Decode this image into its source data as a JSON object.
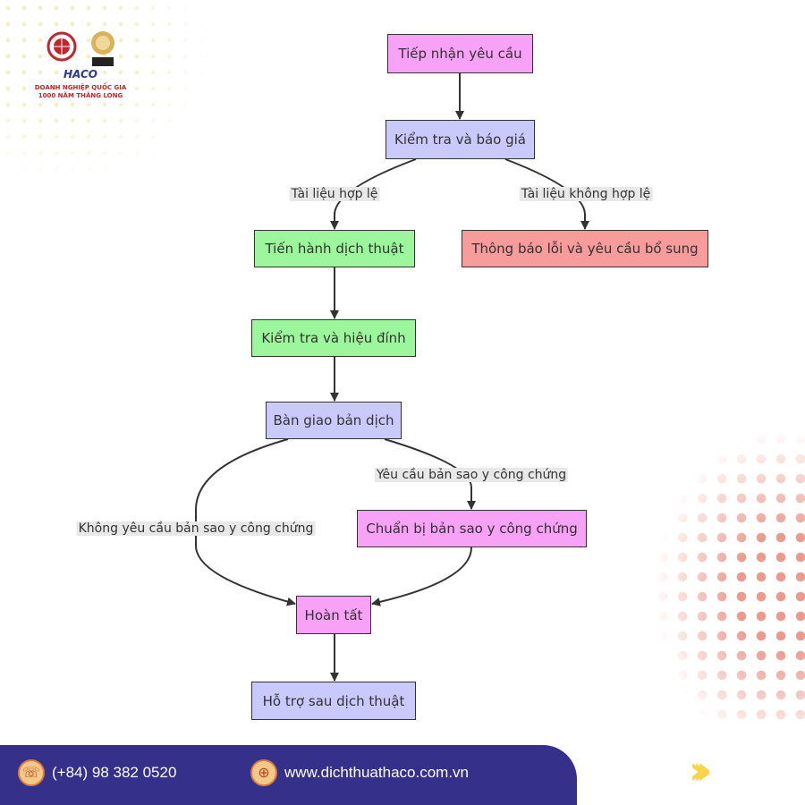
{
  "logo": {
    "brand": "HACO",
    "tagline_1": "DOANH NGHIỆP QUỐC GIA",
    "tagline_2": "1000 NĂM THĂNG LONG"
  },
  "nodes": {
    "receive": "Tiếp nhận yêu cầu",
    "check_quote": "Kiểm tra và báo giá",
    "translate": "Tiến hành dịch thuật",
    "error_notice": "Thông báo lỗi và yêu cầu bổ sung",
    "review": "Kiểm tra và hiệu đính",
    "deliver": "Bàn giao bản dịch",
    "prepare_copy": "Chuẩn bị bản sao y công chứng",
    "complete": "Hoàn tất",
    "support": "Hỗ trợ sau dịch thuật"
  },
  "edge_labels": {
    "valid": "Tài liệu hợp lệ",
    "invalid": "Tài liệu không hợp lệ",
    "copy_required": "Yêu cầu bản sao y công chứng",
    "no_copy": "Không yêu cầu bản sao y công chứng"
  },
  "footer": {
    "phone": "(+84) 98 382 0520",
    "website": "www.dichthuathaco.com.vn",
    "phone_icon": "phone-icon",
    "web_icon": "globe-icon"
  },
  "colors": {
    "pink": "#f7a1f7",
    "lavender": "#c9c9fb",
    "green": "#9cf79c",
    "red": "#f79b9b",
    "footer": "#35308a",
    "chevron": "#f7d64a"
  }
}
